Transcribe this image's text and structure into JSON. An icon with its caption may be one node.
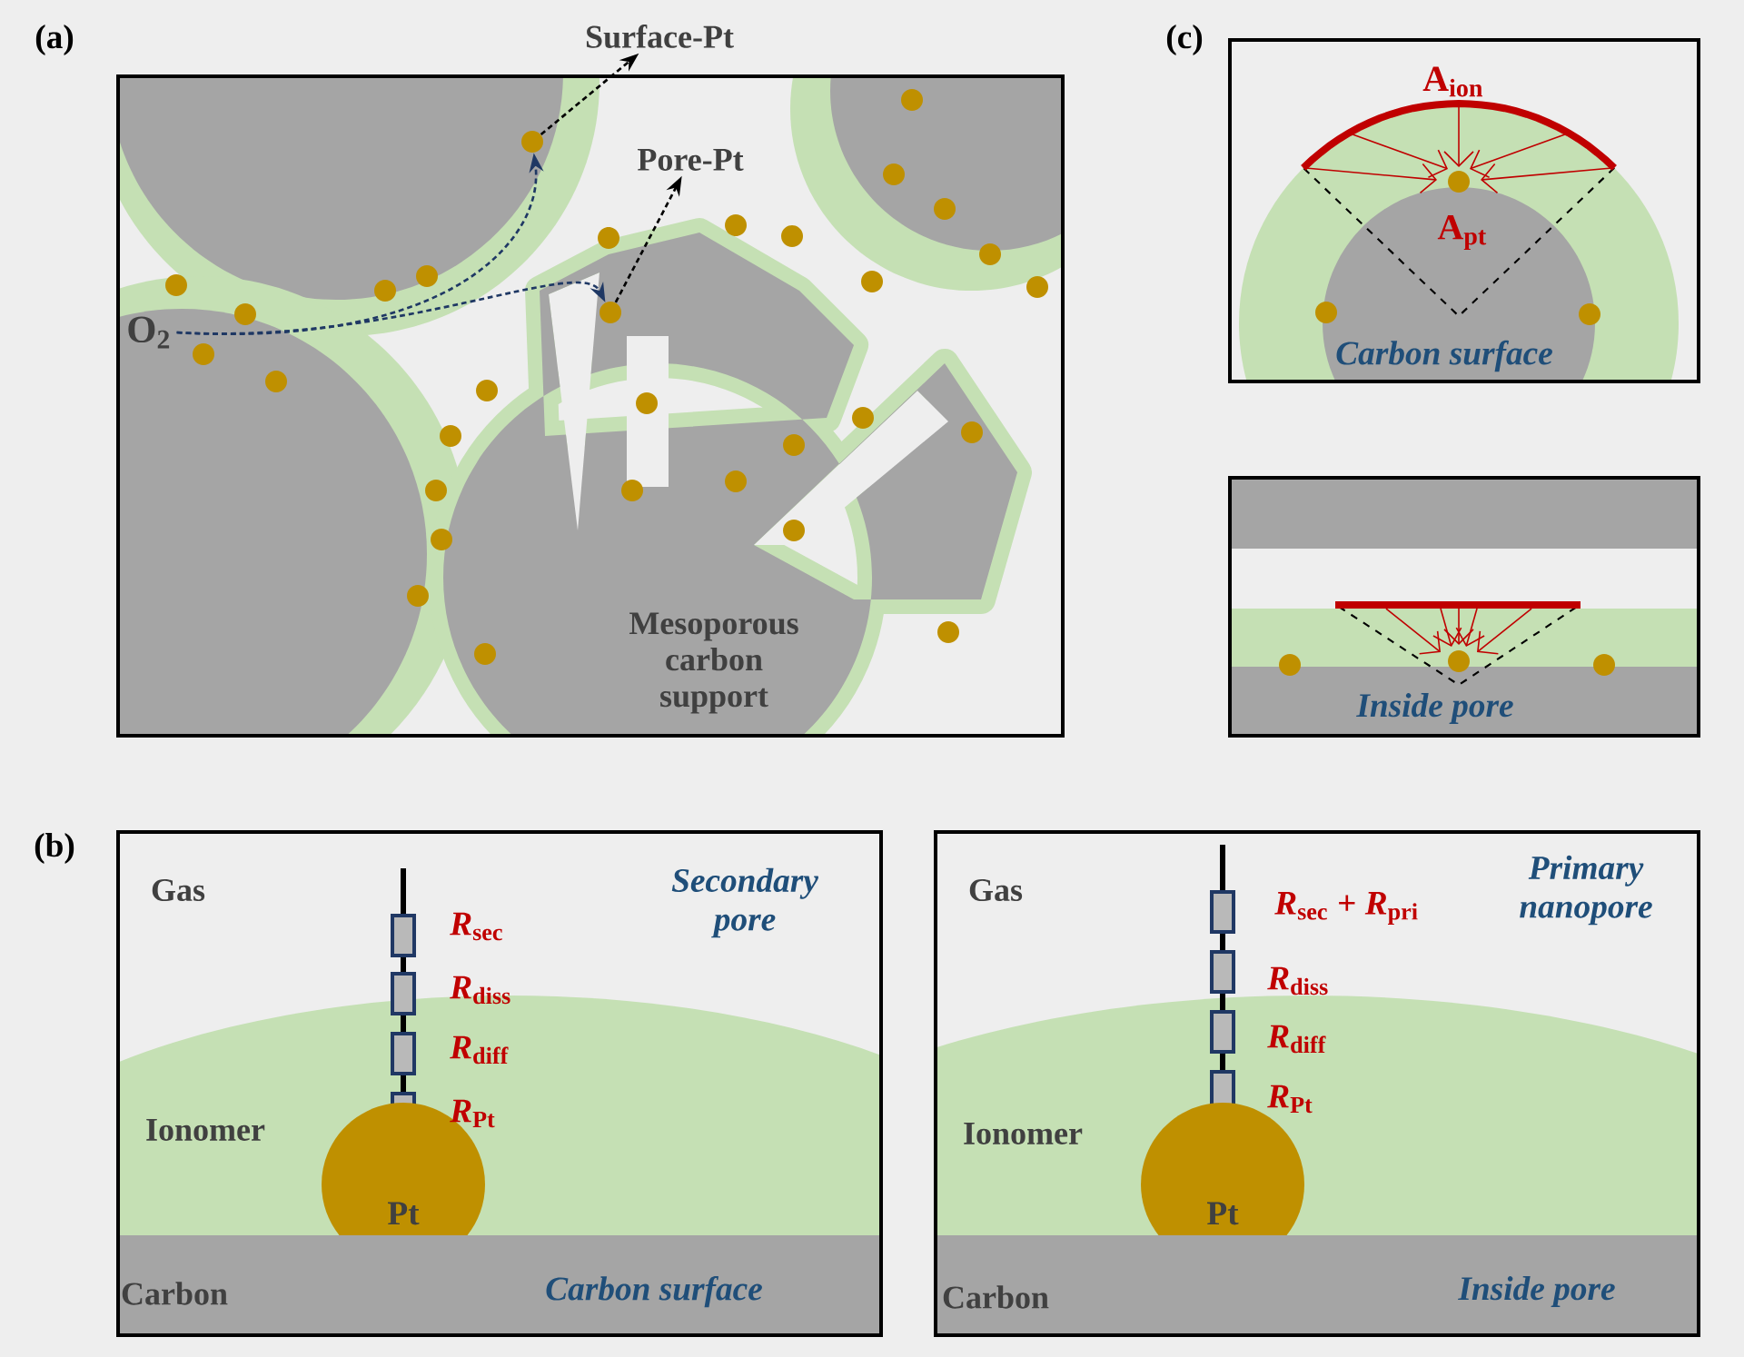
{
  "diagram": {
    "nodes": [
      {
        "text": [
          "Surface-Pt"
        ]
      },
      {
        "text": [
          "Pore-Pt"
        ]
      },
      {
        "text": [
          "O$_{2}$"
        ]
      },
      {
        "text": [],
        "shape": "circle"
      },
      {
        "text": [],
        "shape": "circle"
      },
      {
        "text": [
          "Pt"
        ]
      },
      {
        "text": [
          "Pt"
        ]
      }
    ],
    "edges": [
      {
        "from": 3,
        "to": 0,
        "arrow": "to",
        "style": "dashed"
      },
      {
        "from": 4,
        "to": 1,
        "arrow": "to",
        "style": "dashed"
      },
      {
        "from": 2,
        "to": 3,
        "arrow": "to",
        "style": "dashed",
        "color": "#1f3864"
      },
      {
        "from": 2,
        "to": 4,
        "arrow": "to",
        "style": "dashed",
        "color": "#1f3864"
      }
    ],
    "labels": [
      "(a)",
      "(c)",
      "A$_{ion}$",
      "A$_{pt}$",
      "Carbon surface",
      "Mesoporous carbon support",
      "Inside pore",
      "(b)",
      "Gas",
      "*R*$_{sec}$",
      "Secondary pore",
      "*R*$_{diss}$",
      "*R*$_{diff}$",
      "Ionomer",
      "*R*$_{Pt}$",
      "Carbon",
      "Carbon surface",
      "Gas",
      "*R*$_{sec}$ + *R*$_{pri}$",
      "Primary nanopore",
      "*R*$_{diss}$",
      "*R*$_{diff}$",
      "Ionomer",
      "*R*$_{Pt}$",
      "Carbon",
      "Inside pore"
    ]
  }
}
